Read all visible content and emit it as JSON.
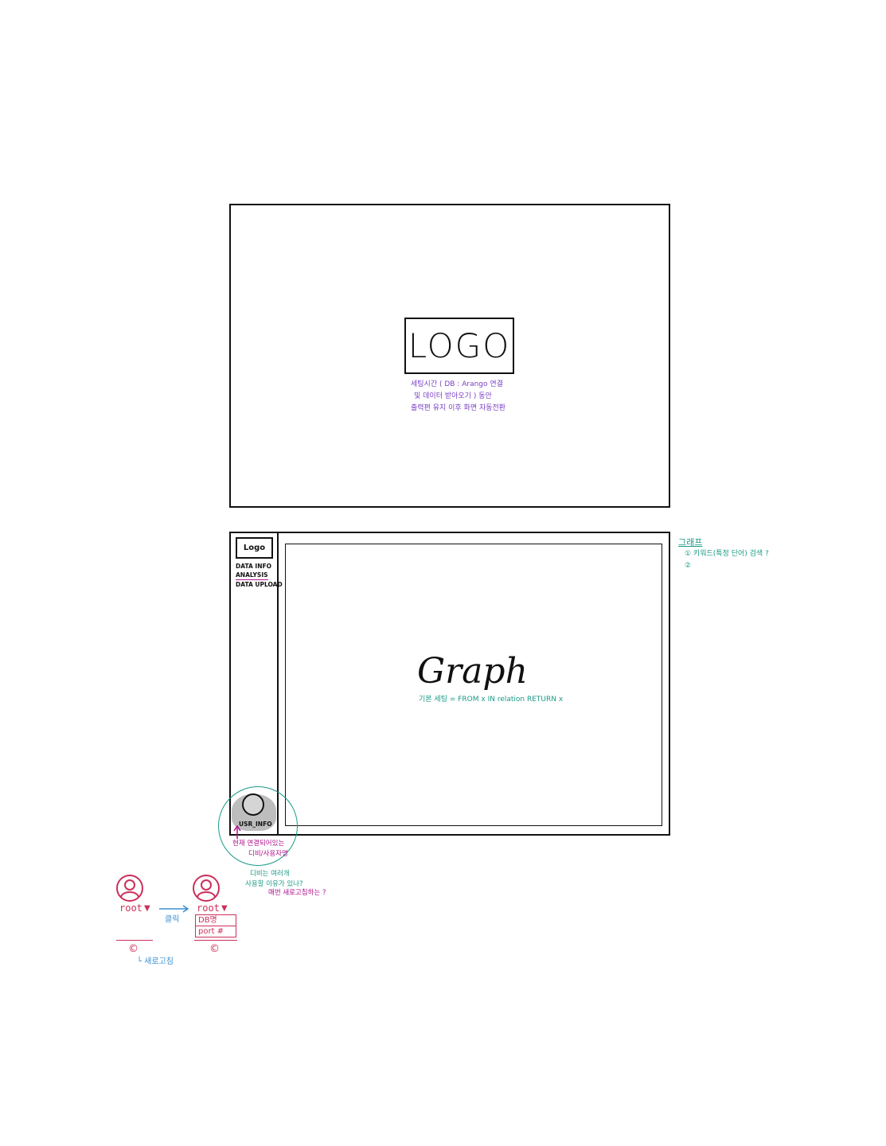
{
  "splash": {
    "logo_text": "LOGO",
    "note_lines": [
      "세팅시간 ( DB : Arango 연결",
      "및 데이터 받아오기 ) 동안",
      "출력편 유지 이후 화면 자동전환"
    ]
  },
  "main": {
    "sidebar": {
      "logo_text": "Logo",
      "menu": [
        "DATA INFO",
        "ANALYSIS",
        "DATA UPLOAD"
      ],
      "active_menu_index": 1,
      "user_label": "USR_INFO"
    },
    "graph_title": "Graph",
    "graph_note": "기본 세팅 = FROM x IN relation RETURN x"
  },
  "side_note": {
    "title": "그래프",
    "items": [
      "① 키워드(특정 단어) 검색 ?",
      "②"
    ]
  },
  "user_notes": {
    "magenta_note": [
      "현재 연결되어있는",
      "디비/사용자명"
    ],
    "teal_note": [
      "디비는 여러개",
      "사용할 이유가 있나?"
    ],
    "magenta_question": "매번 새로고침하는 ?"
  },
  "user_flow": {
    "user_name": "root",
    "dropdown_glyph": "▼",
    "click_label": "클릭",
    "dropdown_items": [
      "DB명",
      "port #"
    ],
    "refresh_glyph": "©",
    "refresh_label": "└ 새로고침"
  },
  "colors": {
    "purple": "#7a3fc4",
    "teal": "#1a9a86",
    "magenta": "#b0138f",
    "pink": "#cc2f5a",
    "blue": "#3a8fd0"
  }
}
